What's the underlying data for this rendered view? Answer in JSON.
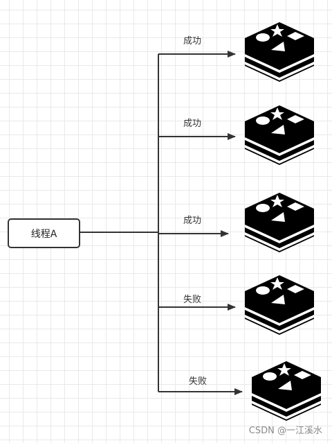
{
  "thread": {
    "label": "线程A"
  },
  "edges": [
    {
      "label": "成功"
    },
    {
      "label": "成功"
    },
    {
      "label": "成功"
    },
    {
      "label": "失败"
    },
    {
      "label": "失败"
    }
  ],
  "nodes": [
    {
      "icon": "redis-icon"
    },
    {
      "icon": "redis-icon"
    },
    {
      "icon": "redis-icon"
    },
    {
      "icon": "redis-icon"
    },
    {
      "icon": "redis-icon"
    }
  ],
  "watermark": "CSDN @一江溪水",
  "colors": {
    "line": "#333333",
    "icon": "#000000",
    "grid": "#e9e9e9"
  }
}
